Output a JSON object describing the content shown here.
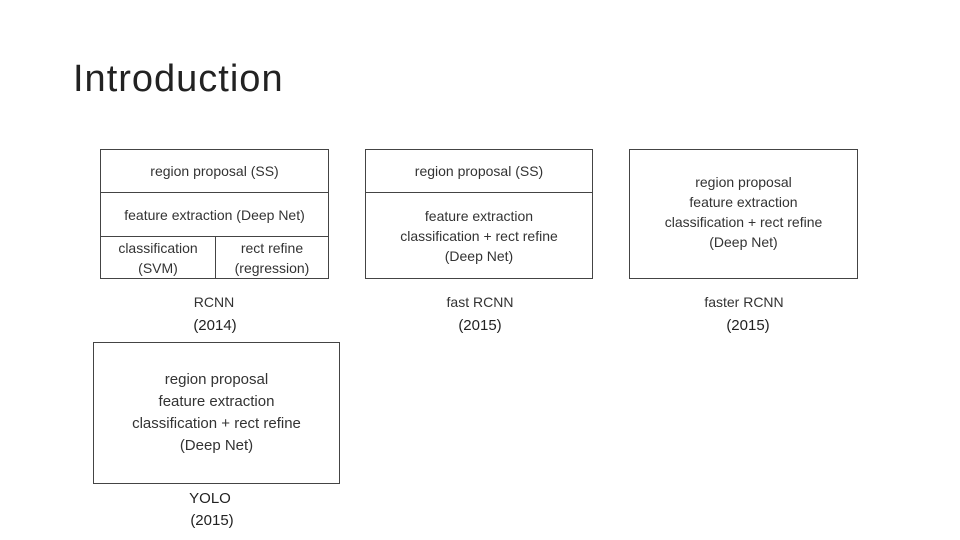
{
  "slide": {
    "title": "Introduction"
  },
  "rcnn": {
    "region_proposal": "region proposal (SS)",
    "feature_extraction": "feature extraction (Deep Net)",
    "classification": "classification\n(SVM)",
    "rect_refine": "rect refine\n(regression)",
    "name": "RCNN",
    "year": "(2014)"
  },
  "fast_rcnn": {
    "region_proposal": "region proposal (SS)",
    "combined": "feature extraction\nclassification + rect refine\n(Deep Net)",
    "name": "fast RCNN",
    "year": "(2015)"
  },
  "faster_rcnn": {
    "combined": "region proposal\nfeature extraction\nclassification + rect refine\n(Deep Net)",
    "name": "faster RCNN",
    "year": "(2015)"
  },
  "yolo": {
    "combined": "region proposal\nfeature extraction\nclassification + rect refine\n(Deep Net)",
    "name": "YOLO",
    "year": "(2015)"
  }
}
